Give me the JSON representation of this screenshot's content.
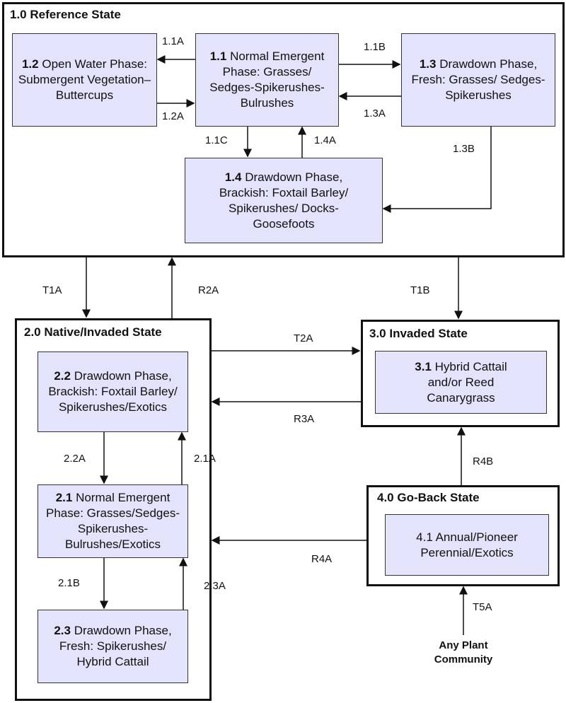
{
  "states": {
    "s1": {
      "title": "1.0 Reference State"
    },
    "s2": {
      "title": "2.0 Native/Invaded State"
    },
    "s3": {
      "title": "3.0 Invaded State"
    },
    "s4": {
      "title": "4.0 Go-Back State"
    }
  },
  "phases": {
    "p12": {
      "num": "1.2",
      "text": "Open Water Phase: Submergent Vegetation–Buttercups"
    },
    "p11": {
      "num": "1.1",
      "text": "Normal Emergent Phase: Grasses/ Sedges-Spikerushes-Bulrushes"
    },
    "p13": {
      "num": "1.3",
      "text": "Drawdown Phase, Fresh: Grasses/ Sedges-Spikerushes"
    },
    "p14": {
      "num": "1.4",
      "text": "Drawdown Phase, Brackish: Foxtail Barley/ Spikerushes/ Docks-Goosefoots"
    },
    "p22": {
      "num": "2.2",
      "text": "Drawdown Phase, Brackish: Foxtail Barley/ Spikerushes/Exotics"
    },
    "p21": {
      "num": "2.1",
      "text": "Normal Emergent Phase: Grasses/Sedges-Spikerushes-Bulrushes/Exotics"
    },
    "p23": {
      "num": "2.3",
      "text": "Drawdown Phase, Fresh: Spikerushes/ Hybrid Cattail"
    },
    "p31": {
      "num": "3.1",
      "text": "Hybrid Cattail and/or Reed Canarygrass"
    },
    "p41": {
      "num": "",
      "text": "4.1 Annual/Pioneer Perennial/Exotics"
    }
  },
  "transitions": [
    "1.1A",
    "1.2A",
    "1.1B",
    "1.3A",
    "1.1C",
    "1.4A",
    "1.3B",
    "T1A",
    "R2A",
    "T1B",
    "T2A",
    "R3A",
    "R4B",
    "R4A",
    "T5A",
    "2.2A",
    "2.1A",
    "2.1B",
    "2.3A"
  ],
  "any_plant_community": "Any Plant Community"
}
